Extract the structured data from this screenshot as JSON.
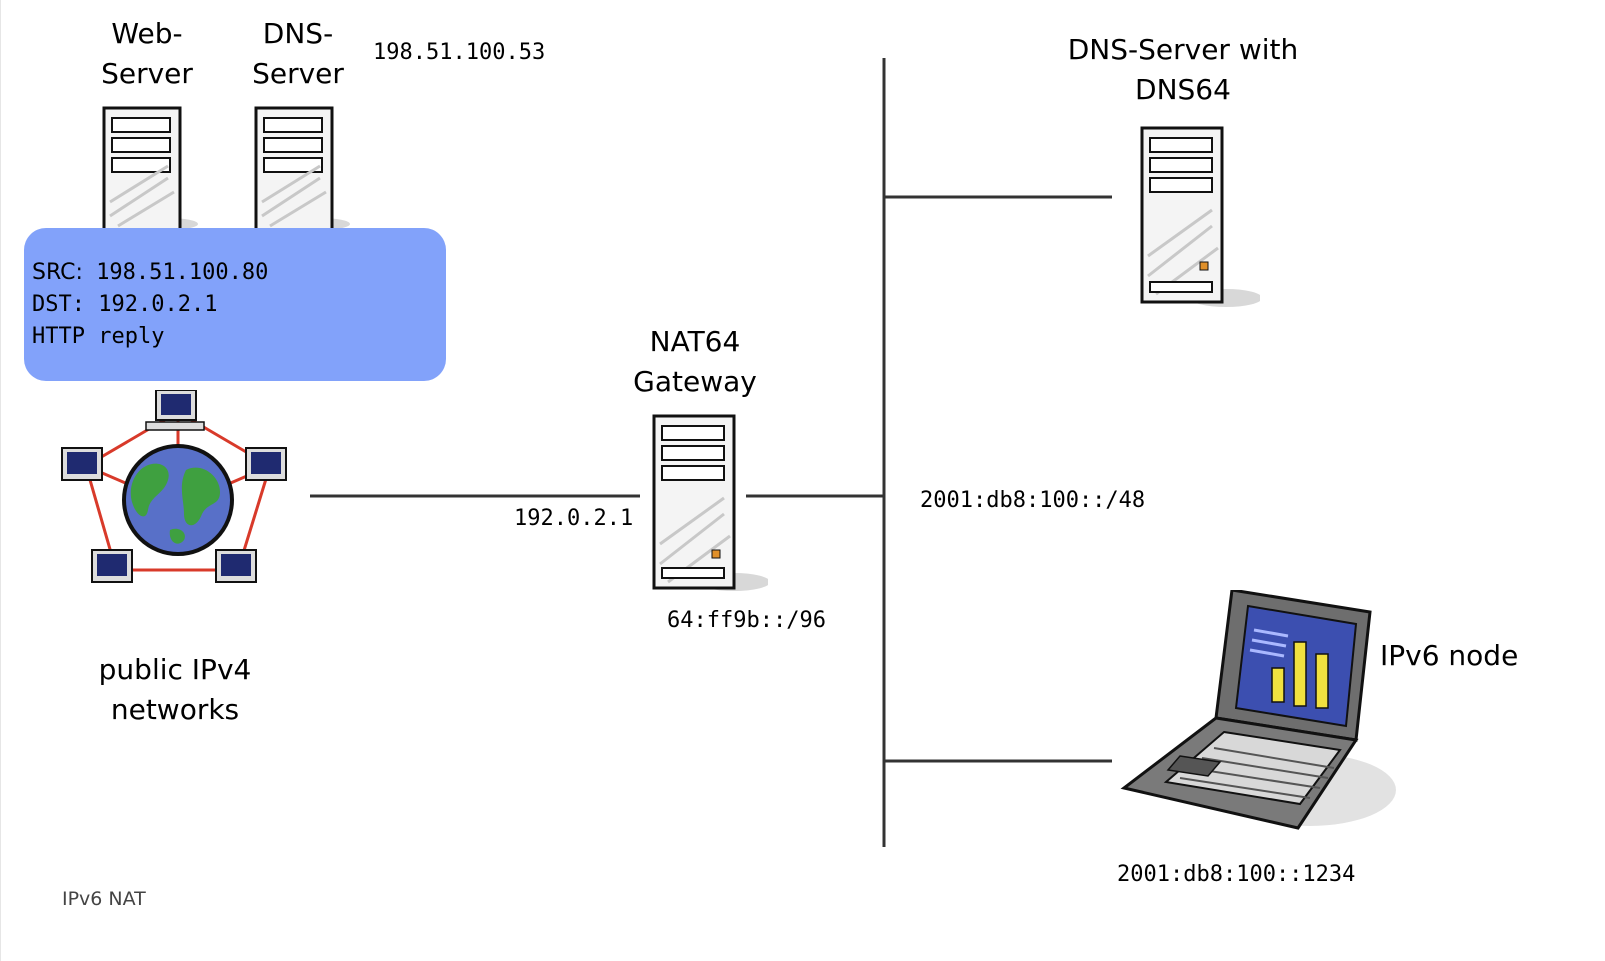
{
  "colors": {
    "packet_box": "#82a2fa",
    "line": "#333333",
    "globe_ocean": "#5870c8",
    "globe_land": "#3fa040",
    "ring": "#d83a2a",
    "laptop_body": "#6e6e6e",
    "chart_bar": "#f0e040",
    "screen": "#3c4fb0"
  },
  "nodes": {
    "web_server": {
      "label_line1": "Web-",
      "label_line2": "Server",
      "icon": "server-tower-icon"
    },
    "dns_server": {
      "label_line1": "DNS-",
      "label_line2": "Server",
      "icon": "server-tower-icon",
      "address": "198.51.100.53"
    },
    "dns64_server": {
      "label_line1": "DNS-Server with",
      "label_line2": "DNS64",
      "icon": "server-tower-icon"
    },
    "nat64_gateway": {
      "label_line1": "NAT64",
      "label_line2": "Gateway",
      "icon": "server-tower-icon",
      "ipv4_address": "192.0.2.1",
      "prefix": "64:ff9b::/96"
    },
    "ipv4_network": {
      "label_line1": "public IPv4",
      "label_line2": "networks",
      "icon": "globe-network-icon"
    },
    "ipv6_node": {
      "label": "IPv6 node",
      "icon": "laptop-icon",
      "address": "2001:db8:100::1234"
    }
  },
  "ipv6_subnet": "2001:db8:100::/48",
  "packet": {
    "src_label": "SRC:",
    "src": "198.51.100.80",
    "dst_label": "DST:",
    "dst": "192.0.2.1",
    "payload": "HTTP reply"
  },
  "footer": "IPv6 NAT"
}
